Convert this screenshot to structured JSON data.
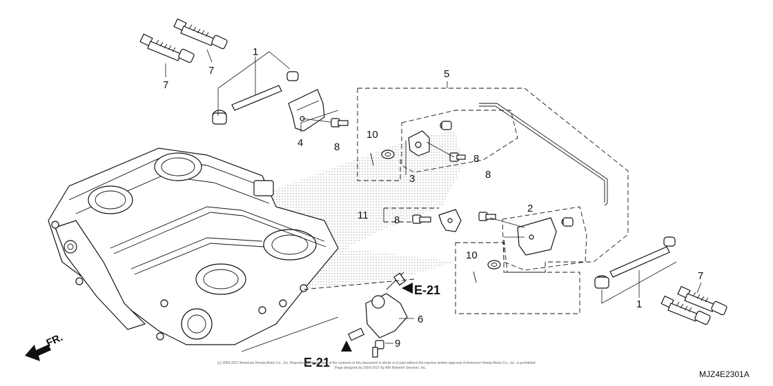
{
  "callouts": {
    "c1_top": "1",
    "c7_top_right": "7",
    "c7_top_left": "7",
    "c5": "5",
    "c4": "4",
    "c8_upper": "8",
    "c10_upper": "10",
    "c3": "3",
    "c8_mid": "8",
    "c8_right": "8",
    "c2": "2",
    "c11": "11",
    "c8_lower": "8",
    "c10_lower": "10",
    "c6": "6",
    "c9": "9",
    "c7_bottom_right": "7",
    "c1_bottom": "1"
  },
  "references": {
    "e21_right": "E-21",
    "e21_bottom": "E-21"
  },
  "front_arrow_label": "FR.",
  "diagram_code": "MJZ4E2301A",
  "copyright_line1": "(c) 2003-2017 American Honda Motor Co., Inc. Reproduction of any part of the contents of this document in whole or in part without the express written approval of American Honda Motor Co., Inc. is prohibited",
  "copyright_line2": "Page designed by 2000-2017 by ARI Network Services, Inc."
}
